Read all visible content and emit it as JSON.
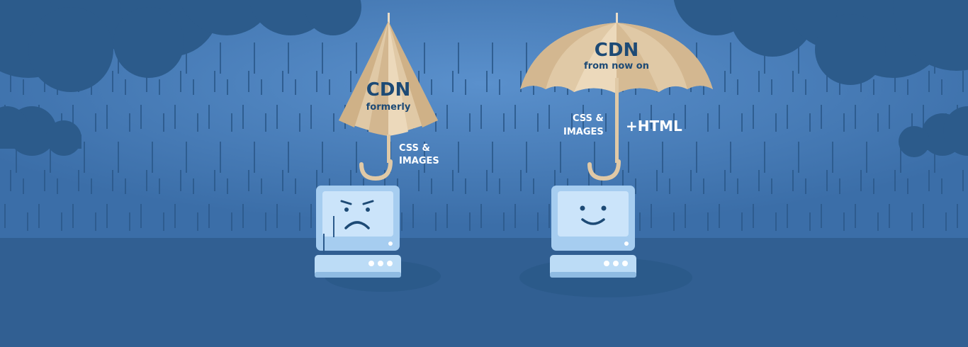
{
  "scene": {
    "left": {
      "umbrella_title": "CDN",
      "umbrella_subtitle": "formerly",
      "coverage_line1": "CSS &",
      "coverage_line2": "IMAGES",
      "mood": "sad"
    },
    "right": {
      "umbrella_title": "CDN",
      "umbrella_subtitle": "from now on",
      "coverage_line1": "CSS &",
      "coverage_line2": "IMAGES",
      "extra": "+HTML",
      "mood": "happy"
    }
  },
  "colors": {
    "sky": "#3f72ad",
    "ground": "#315f92",
    "cloud": "#2b5a8a",
    "umbrella": "#e0c9a6",
    "umbrella_dark": "#c8ab82",
    "monitor": "#a6cdf0",
    "screen": "#cbe4fa",
    "text_dark": "#1d4a75"
  }
}
